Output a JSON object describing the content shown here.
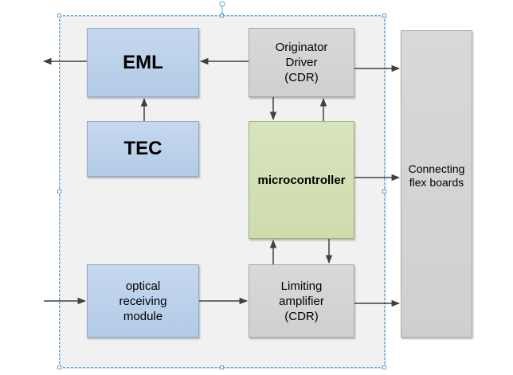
{
  "blocks": {
    "eml": "EML",
    "tec": "TEC",
    "originator_driver": "Originator\nDriver\n(CDR)",
    "microcontroller": "microcontroller",
    "optical_receiving_module": "optical\nreceiving\nmodule",
    "limiting_amplifier": "Limiting\namplifier\n(CDR)",
    "connecting_flex_boards": "Connecting\nflex boards"
  },
  "colors": {
    "blue_block": "#b3cbe7",
    "gray_block": "#cfcfcf",
    "green_block": "#d3dfb3",
    "arrow": "#404040",
    "selection": "#5aa2d6"
  }
}
